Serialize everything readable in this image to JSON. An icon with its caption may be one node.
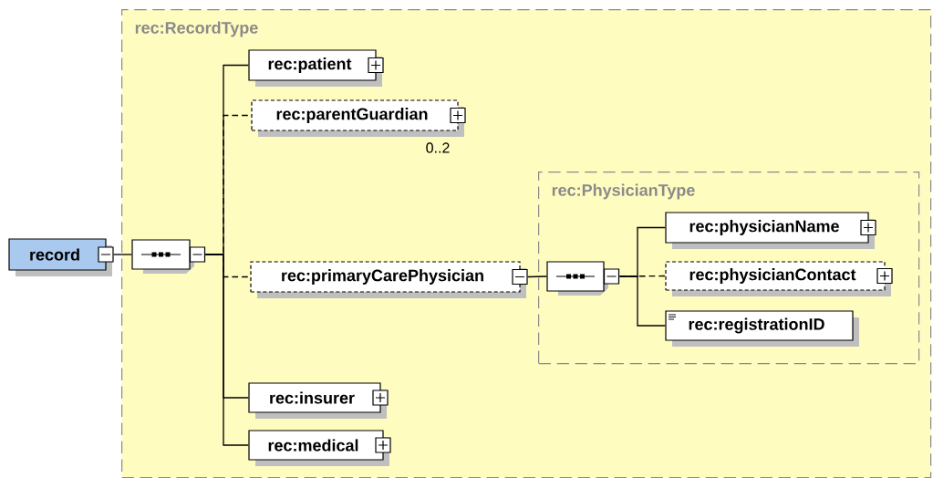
{
  "diagram": {
    "nodes": [
      {
        "text": [
          "rec:RecordType"
        ]
      },
      {
        "text": [
          "record"
        ]
      },
      {
        "text": [],
        "shape": "octagon",
        "in": 0
      },
      {
        "text": [
          "rec:patient"
        ],
        "in": 0
      },
      {
        "text": [
          "rec:parentGuardian"
        ],
        "in": 0,
        "beside": [
          "0..2"
        ]
      },
      {
        "text": [
          "rec:primaryCarePhysician"
        ],
        "in": 0
      },
      {
        "text": [
          "rec:PhysicianType"
        ],
        "in": 0
      },
      {
        "text": [],
        "shape": "octagon",
        "in": 6
      },
      {
        "text": [
          "rec:physicianName"
        ],
        "in": 6
      },
      {
        "text": [
          "rec:physicianContact"
        ],
        "in": 6
      },
      {
        "text": [
          "rec:registrationID"
        ],
        "in": 6
      },
      {
        "text": [
          "rec:insurer"
        ],
        "in": 0
      },
      {
        "text": [
          "rec:medical"
        ],
        "in": 0
      }
    ],
    "edges": [
      {
        "from": 1,
        "to": 2,
        "arrow": "none"
      },
      {
        "from": 2,
        "to": 3,
        "arrow": "none"
      },
      {
        "from": 2,
        "to": 4,
        "arrow": "none",
        "style": "dashed"
      },
      {
        "from": 2,
        "to": 5,
        "arrow": "none",
        "style": "dashed"
      },
      {
        "from": 2,
        "to": 11,
        "arrow": "none"
      },
      {
        "from": 2,
        "to": 12,
        "arrow": "none"
      },
      {
        "from": 5,
        "to": 7,
        "arrow": "none"
      },
      {
        "from": 7,
        "to": 8,
        "arrow": "none"
      },
      {
        "from": 7,
        "to": 9,
        "arrow": "none",
        "style": "dashed"
      },
      {
        "from": 7,
        "to": 10,
        "arrow": "none"
      }
    ]
  }
}
